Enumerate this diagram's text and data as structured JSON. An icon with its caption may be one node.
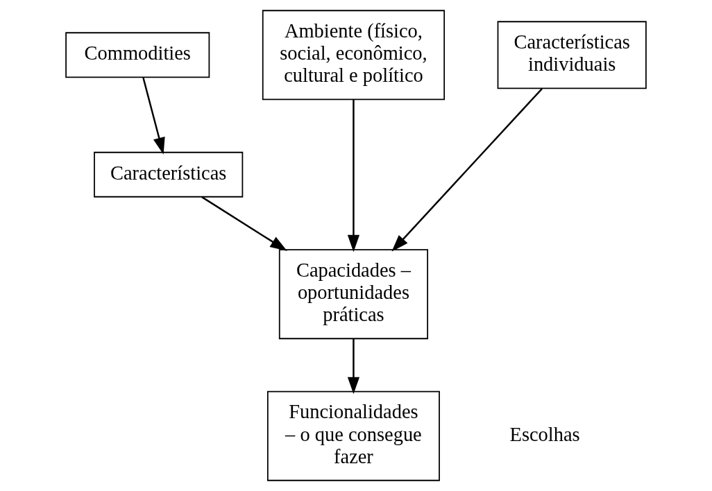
{
  "diagram": {
    "nodes": [
      {
        "text": [
          "Commodities"
        ]
      },
      {
        "text": [
          "Características"
        ]
      },
      {
        "text": [
          "Ambiente (físico, social, econômico, cultural e político"
        ]
      },
      {
        "text": [
          "Características individuais"
        ]
      },
      {
        "text": [
          "Capacidades – oportunidades práticas"
        ]
      },
      {
        "text": [
          "Funcionalidades – o que consegue fazer"
        ]
      }
    ],
    "edges": [
      {
        "from": 0,
        "to": 1,
        "arrow": "to"
      },
      {
        "from": 1,
        "to": 4,
        "arrow": "to"
      },
      {
        "from": 2,
        "to": 4,
        "arrow": "to"
      },
      {
        "from": 3,
        "to": 4,
        "arrow": "to"
      },
      {
        "from": 4,
        "to": 5,
        "arrow": "to"
      }
    ],
    "labels": [
      "Escolhas"
    ]
  }
}
